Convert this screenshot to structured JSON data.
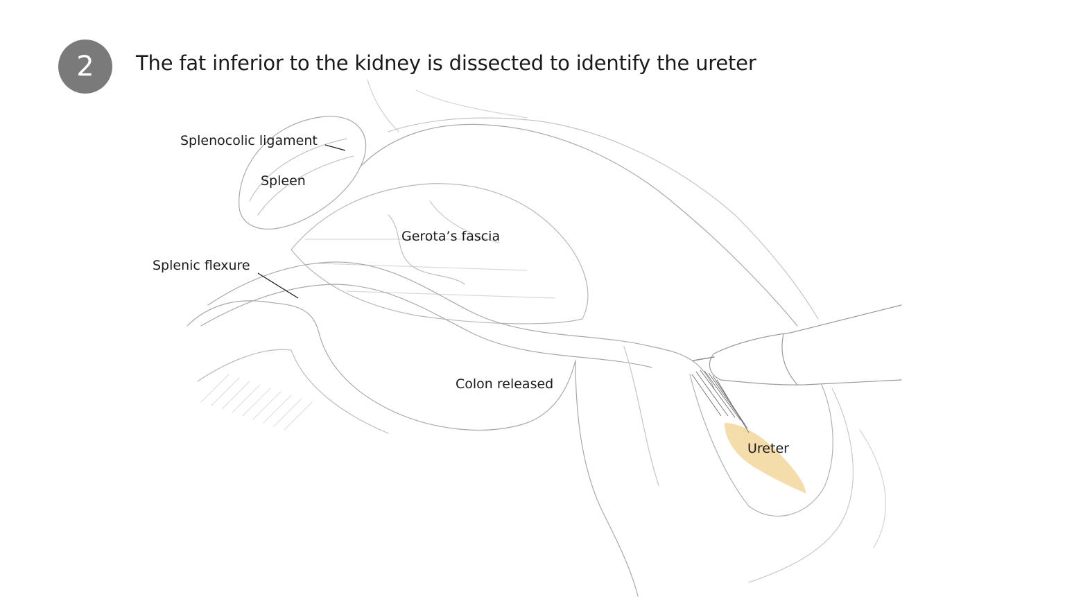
{
  "header": {
    "step_number": "2",
    "title": "The fat inferior to the kidney is dissected to identify the ureter"
  },
  "labels": {
    "splenocolic_ligament": "Splenocolic ligament",
    "spleen": "Spleen",
    "gerotas_fascia": "Gerota’s fascia",
    "splenic_flexure": "Splenic flexure",
    "colon_released": "Colon released",
    "ureter": "Ureter"
  },
  "colors": {
    "badge": "#7a7a7a",
    "ureter_highlight": "#f5dcab",
    "sketch_line": "#9a9a9a"
  }
}
